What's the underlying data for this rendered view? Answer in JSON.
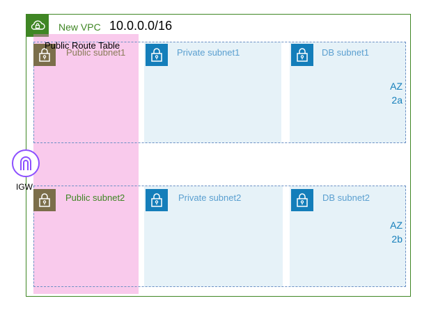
{
  "vpc": {
    "label": "New VPC",
    "cidr": "10.0.0.0/16",
    "icon": "cloud-lock-icon",
    "color": "#3f8624"
  },
  "route_table": {
    "label": "Public Route Table",
    "color": "#f080d2"
  },
  "igw": {
    "label": "IGW",
    "icon": "internet-gateway-icon",
    "color": "#8c4fff"
  },
  "availability_zones": [
    {
      "label_line1": "AZ",
      "label_line2": "2a",
      "subnets": [
        {
          "label": "Public subnet1",
          "type": "public",
          "icon": "lock-icon"
        },
        {
          "label": "Private subnet1",
          "type": "private",
          "icon": "lock-icon"
        },
        {
          "label": "DB subnet1",
          "type": "db",
          "icon": "lock-icon"
        }
      ]
    },
    {
      "label_line1": "AZ",
      "label_line2": "2b",
      "subnets": [
        {
          "label": "Public subnet2",
          "type": "public",
          "icon": "lock-icon"
        },
        {
          "label": "Private subnet2",
          "type": "private",
          "icon": "lock-icon"
        },
        {
          "label": "DB subnet2",
          "type": "db",
          "icon": "lock-icon"
        }
      ]
    }
  ],
  "colors": {
    "public": "#3f8624",
    "private": "#147eba",
    "subnet_fill": "#e6f2f8"
  }
}
